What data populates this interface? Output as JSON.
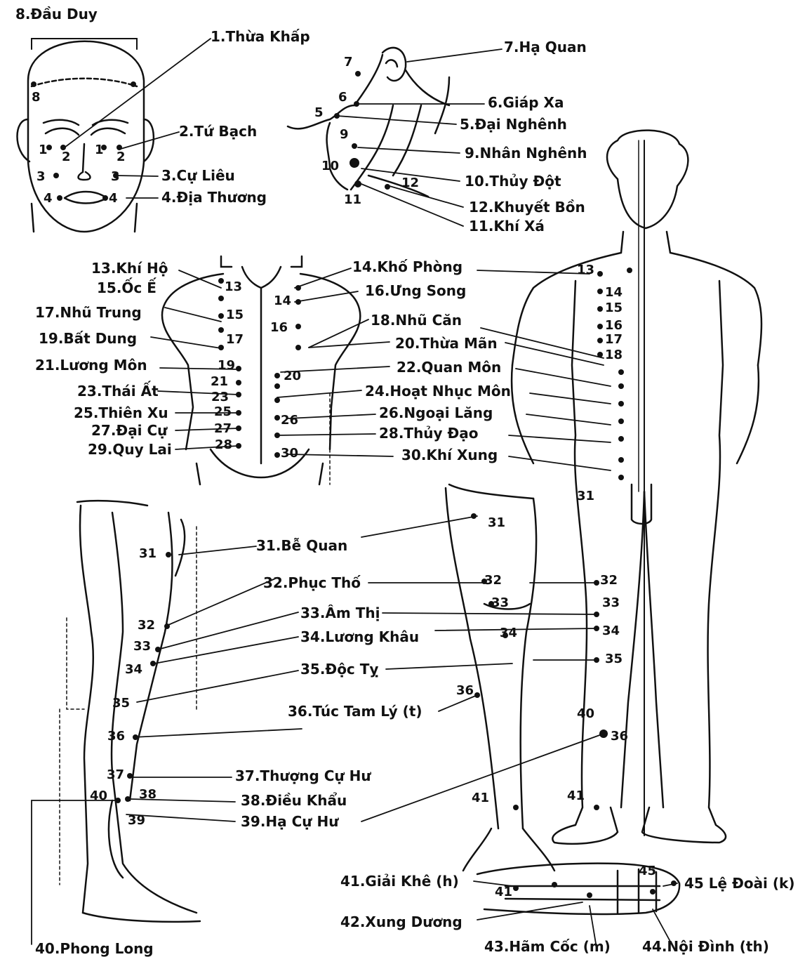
{
  "labels": {
    "l8": "8.Đầu Duy",
    "l1": "1.Thừa Khấp",
    "l2": "2.Tứ Bạch",
    "l3": "3.Cự Liêu",
    "l4": "4.Địa Thương",
    "l7": "7.Hạ Quan",
    "l6": "6.Giáp Xa",
    "l5": "5.Đại Nghênh",
    "l9": "9.Nhân Nghênh",
    "l10": "10.Thủy Đột",
    "l12": "12.Khuyết Bồn",
    "l11": "11.Khí Xá",
    "l13": "13.Khí Hộ",
    "l14": "14.Khố Phòng",
    "l15": "15.Ốc Ế",
    "l16": "16.Ưng Song",
    "l17": "17.Nhũ Trung",
    "l18": "18.Nhũ Căn",
    "l19": "19.Bất Dung",
    "l20": "20.Thừa Mãn",
    "l21": "21.Lương Môn",
    "l22": "22.Quan Môn",
    "l23": "23.Thái Ất",
    "l24": "24.Hoạt Nhục Môn",
    "l25": "25.Thiên Xu",
    "l26": "26.Ngoại Lăng",
    "l27": "27.Đại Cự",
    "l28": "28.Thủy Đạo",
    "l29": "29.Quy Lai",
    "l30": "30.Khí Xung",
    "l31": "31.Bễ Quan",
    "l32": "32.Phục Thố",
    "l33": "33.Âm Thị",
    "l34": "34.Lương Khâu",
    "l35": "35.Độc Tỵ",
    "l36": "36.Túc Tam Lý (t)",
    "l37": "37.Thượng Cự Hư",
    "l38": "38.Điều Khẩu",
    "l39": "39.Hạ Cự Hư",
    "l40": "40.Phong Long",
    "l41": "41.Giải Khê (h)",
    "l42": "42.Xung Dương",
    "l43": "43.Hãm Cốc (m)",
    "l44": "44.Nội Đình (th)",
    "l45": "45 Lệ Đoài (k)"
  },
  "colors": {
    "ink": "#111111",
    "background": "#ffffff"
  }
}
